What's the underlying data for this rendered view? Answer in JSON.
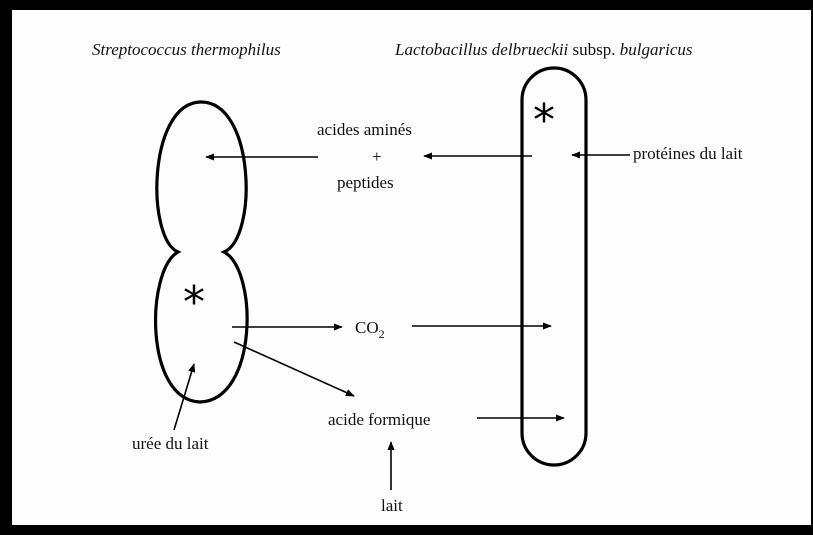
{
  "organisms": {
    "left": "Streptococcus thermophilus",
    "right_genus": "Lactobacillus delbrueckii",
    "right_sub": " subsp. ",
    "right_species": "bulgaricus"
  },
  "labels": {
    "amino_line1": "acides aminés",
    "amino_plus": "+",
    "amino_line2": "peptides",
    "milk_proteins": "protéines du lait",
    "co2": "CO",
    "co2_sub": "2",
    "formic_acid": "acide formique",
    "milk_urea": "urée du lait",
    "milk": "lait"
  },
  "symbols": {
    "left_star": "*",
    "right_star": "*"
  }
}
